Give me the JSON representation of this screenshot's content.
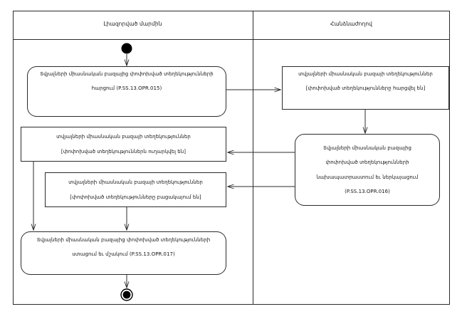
{
  "diagram": {
    "type": "uml-activity-diagram",
    "lanes": [
      {
        "id": "authorized-body",
        "title": "Լիազորված մարմին"
      },
      {
        "id": "commission",
        "title": "Հանձնաժողով"
      }
    ],
    "nodes": {
      "start": {
        "kind": "initial-node",
        "lane": "authorized-body"
      },
      "action_015": {
        "kind": "action",
        "lane": "authorized-body",
        "line1": "Տվյալների միասնական բազայից փոփոխված տեղեկությունների",
        "line2": "հարցում (P.SS.13.OPR.015)"
      },
      "signal_queried": {
        "kind": "signal",
        "lane": "commission",
        "line1": "տվյալների միասնական բազայի տեղեկություններ",
        "line2": "[փոփոխված տեղեկությունները հարցվել են]"
      },
      "action_016": {
        "kind": "action",
        "lane": "commission",
        "line1": "Տվյալների միասնական բազայից",
        "line2": "փոփոխված տեղեկությունների",
        "line3": "նախապատրաստում եւ ներկայացում",
        "line4": "(P.SS.13.OPR.016)"
      },
      "signal_sent": {
        "kind": "signal",
        "lane": "authorized-body",
        "line1": "տվյալների միասնական բազայի տեղեկություններ",
        "line2": "[փոփոխված տեղեկություններն ուղարկվել են]"
      },
      "signal_absent": {
        "kind": "signal",
        "lane": "authorized-body",
        "line1": "տվյալների միասնական բազայի տեղեկություններ",
        "line2": "[փոփոխված տեղեկությունները բացակայում են]"
      },
      "action_017": {
        "kind": "action",
        "lane": "authorized-body",
        "line1": "Տվյալների միասնական բազայից փոփոխված տեղեկությունների",
        "line2": "ստացում եւ մշակում (P.SS.13.OPR.017)"
      },
      "end": {
        "kind": "final-node",
        "lane": "authorized-body"
      }
    },
    "colors": {
      "stroke": "#2b2b2b",
      "fill": "#ffffff",
      "text": "#151515",
      "node_fill": "#000000"
    }
  }
}
